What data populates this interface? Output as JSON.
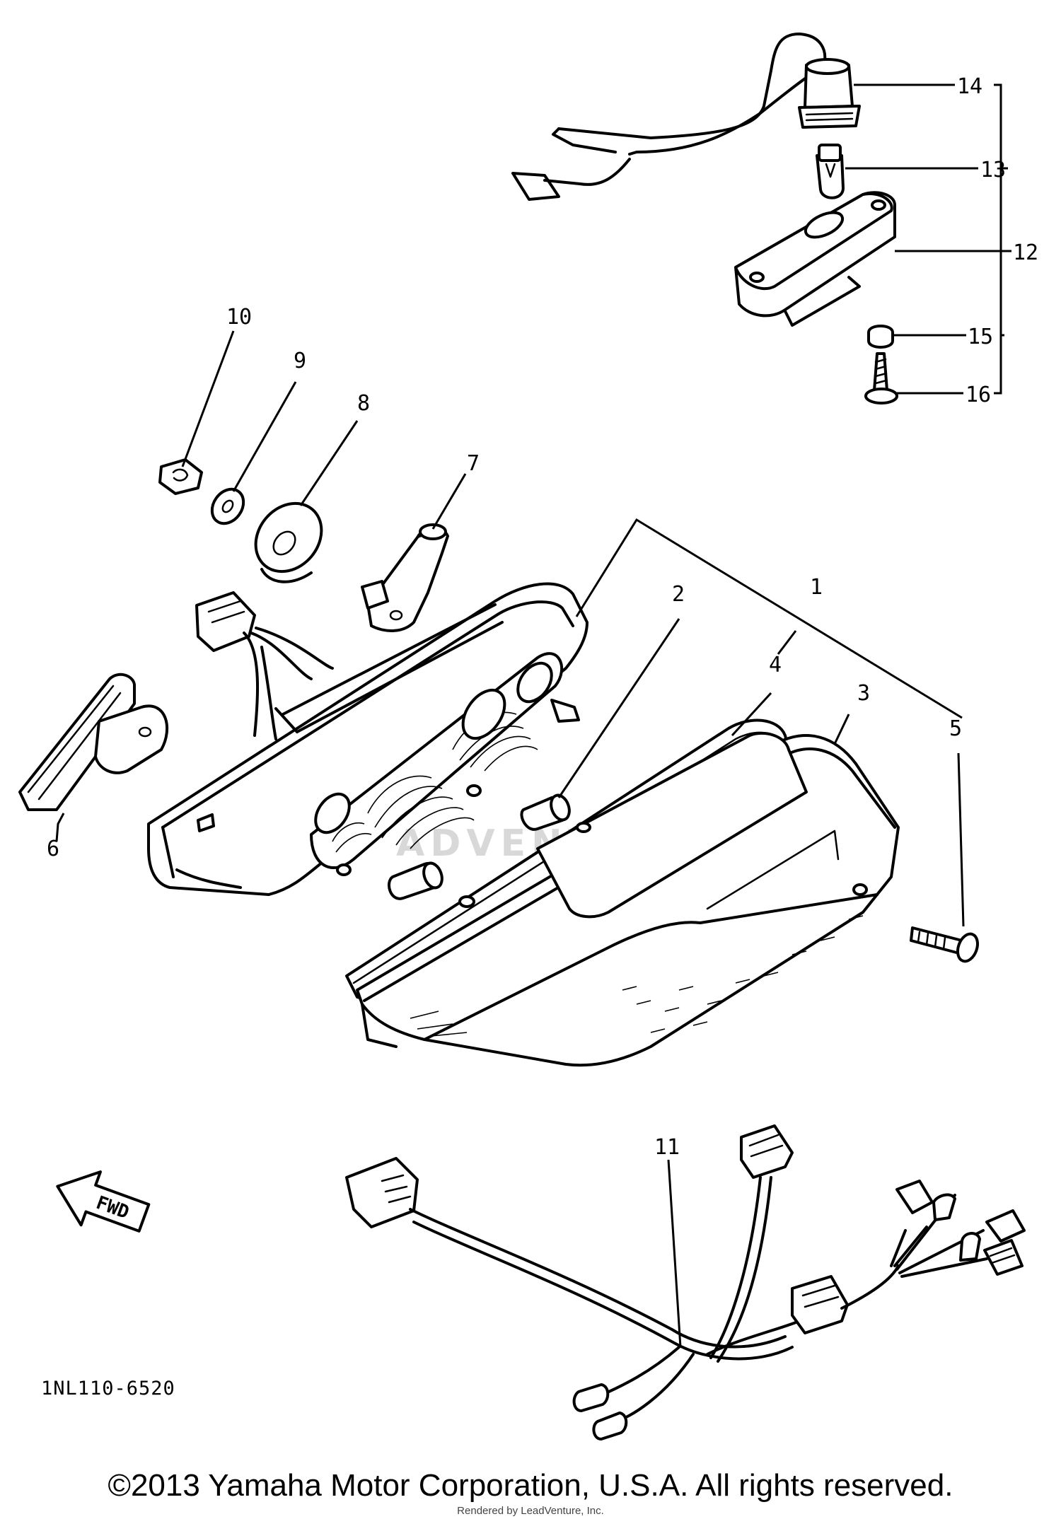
{
  "callouts": [
    "1",
    "2",
    "3",
    "4",
    "5",
    "6",
    "7",
    "8",
    "9",
    "10",
    "11",
    "12",
    "13",
    "14",
    "15",
    "16"
  ],
  "diagram_code": "1NL110-6520",
  "fwd_label": "FWD",
  "watermark": "ADVENTURE",
  "copyright": "©2013 Yamaha Motor Corporation, U.S.A. All rights reserved.",
  "rendered_by": "Rendered by LeadVenture, Inc."
}
